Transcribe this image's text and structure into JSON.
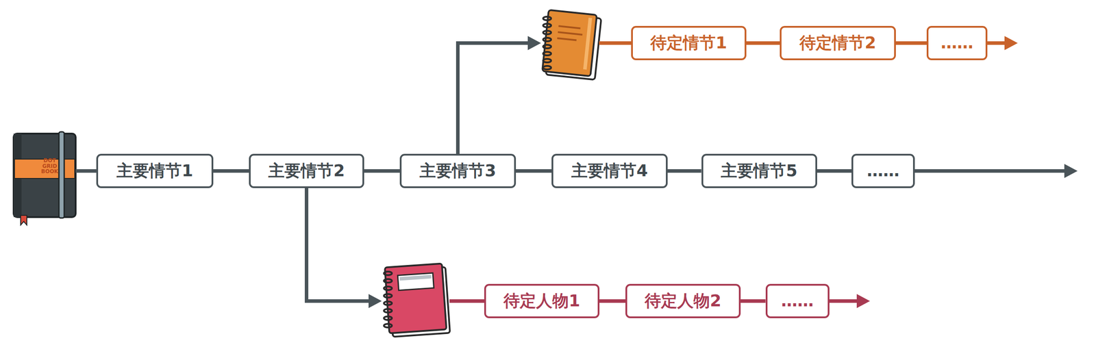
{
  "diagram": {
    "nodes": [
      {
        "text": [
          "主要情节1"
        ]
      },
      {
        "text": [
          "主要情节2"
        ]
      },
      {
        "text": [
          "主要情节3"
        ]
      },
      {
        "text": [
          "主要情节4"
        ]
      },
      {
        "text": [
          "主要情节5"
        ]
      },
      {
        "text": [
          "……"
        ]
      },
      {
        "text": [
          "待定情节1"
        ]
      },
      {
        "text": [
          "待定情节2"
        ]
      },
      {
        "text": [
          "……"
        ]
      },
      {
        "text": [
          "待定人物1"
        ]
      },
      {
        "text": [
          "待定人物2"
        ]
      },
      {
        "text": [
          "……"
        ]
      }
    ],
    "edges": [
      {
        "from": 0,
        "to": 1,
        "arrow": "none"
      },
      {
        "from": 1,
        "to": 2,
        "arrow": "none"
      },
      {
        "from": 2,
        "to": 3,
        "arrow": "none"
      },
      {
        "from": 3,
        "to": 4,
        "arrow": "none"
      },
      {
        "from": 4,
        "to": 5,
        "arrow": "none"
      },
      {
        "from": 2,
        "to": 6,
        "arrow": "to"
      },
      {
        "from": 6,
        "to": 7,
        "arrow": "none"
      },
      {
        "from": 7,
        "to": 8,
        "arrow": "none"
      },
      {
        "from": 1,
        "to": 9,
        "arrow": "to"
      },
      {
        "from": 9,
        "to": 10,
        "arrow": "none"
      },
      {
        "from": 10,
        "to": 11,
        "arrow": "none"
      }
    ],
    "labels": [
      "DOT GRID BOOK"
    ]
  }
}
